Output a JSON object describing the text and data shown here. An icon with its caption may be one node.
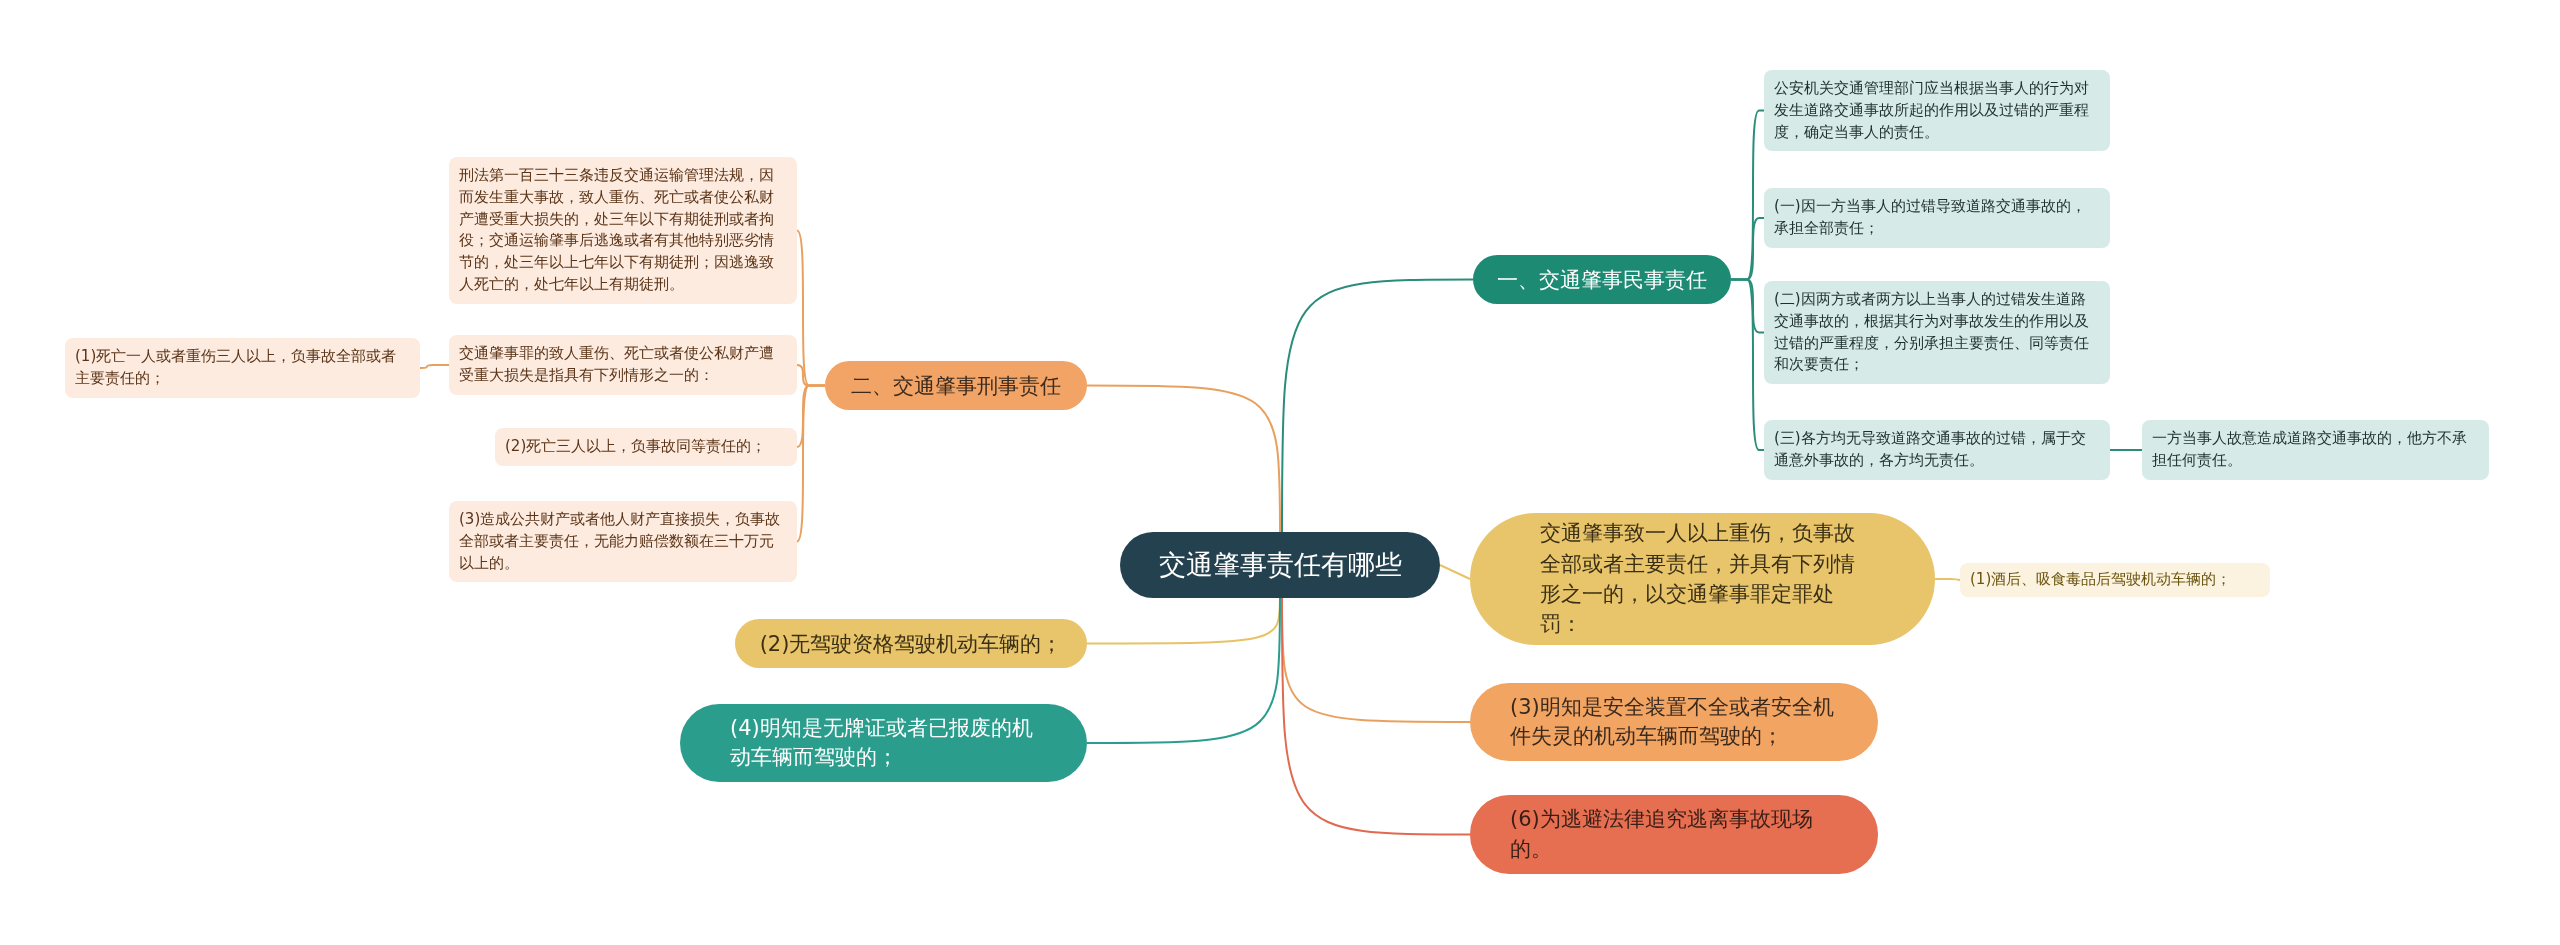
{
  "diagram": {
    "nodes": [
      {
        "text": [
          "交通肇事责任有哪些"
        ]
      },
      {
        "text": [
          "一、交通肇事民事责任"
        ]
      },
      {
        "text": [
          "公安机关交通管理部门应当根据当事人的行为对发生道路交通事故所起的作用以及过错的严重程度，确定当事人的责任。"
        ]
      },
      {
        "text": [
          "(一)因一方当事人的过错导致道路交通事故的，承担全部责任；"
        ]
      },
      {
        "text": [
          "(二)因两方或者两方以上当事人的过错发生道路交通事故的，根据其行为对事故发生的作用以及过错的严重程度，分别承担主要责任、同等责任和次要责任；"
        ]
      },
      {
        "text": [
          "(三)各方均无导致道路交通事故的过错，属于交通意外事故的，各方均无责任。"
        ]
      },
      {
        "text": [
          "一方当事人故意造成道路交通事故的，他方不承担任何责任。"
        ]
      },
      {
        "text": [
          "二、交通肇事刑事责任"
        ]
      },
      {
        "text": [
          "刑法第一百三十三条违反交通运输管理法规，因而发生重大事故，致人重伤、死亡或者使公私财产遭受重大损失的，处三年以下有期徒刑或者拘役；交通运输肇事后逃逸或者有其他特别恶劣情节的，处三年以上七年以下有期徒刑；因逃逸致人死亡的，处七年以上有期徒刑。"
        ]
      },
      {
        "text": [
          "交通肇事罪的致人重伤、死亡或者使公私财产遭受重大损失是指具有下列情形之一的："
        ]
      },
      {
        "text": [
          "(1)死亡一人或者重伤三人以上，负事故全部或者主要责任的；"
        ]
      },
      {
        "text": [
          "(2)死亡三人以上，负事故同等责任的；"
        ]
      },
      {
        "text": [
          "(3)造成公共财产或者他人财产直接损失，负事故全部或者主要责任，无能力赔偿数额在三十万元以上的。"
        ]
      },
      {
        "text": [
          "交通肇事致一人以上重伤，负事故全部或者主要责任，并具有下列情形之一的，以交通肇事罪定罪处罚："
        ]
      },
      {
        "text": [
          "(1)酒后、吸食毒品后驾驶机动车辆的；"
        ]
      },
      {
        "text": [
          "(2)无驾驶资格驾驶机动车辆的；"
        ]
      },
      {
        "text": [
          "(4)明知是无牌证或者已报废的机动车辆而驾驶的；"
        ]
      },
      {
        "text": [
          "(3)明知是安全装置不全或者安全机件失灵的机动车辆而驾驶的；"
        ]
      },
      {
        "text": [
          "(6)为逃避法律追究逃离事故现场的。"
        ]
      }
    ],
    "edges": [
      {
        "from": 0,
        "to": 1,
        "arrow": "none",
        "color": "#2a8c7a"
      },
      {
        "from": 1,
        "to": 2,
        "arrow": "none",
        "color": "#2a8c7a"
      },
      {
        "from": 1,
        "to": 3,
        "arrow": "none",
        "color": "#2a8c7a"
      },
      {
        "from": 1,
        "to": 4,
        "arrow": "none",
        "color": "#2a8c7a"
      },
      {
        "from": 1,
        "to": 5,
        "arrow": "none",
        "color": "#2a8c7a"
      },
      {
        "from": 5,
        "to": 6,
        "arrow": "none",
        "color": "#2a8c7a"
      },
      {
        "from": 0,
        "to": 7,
        "arrow": "none",
        "color": "#e9a05e"
      },
      {
        "from": 7,
        "to": 8,
        "arrow": "none",
        "color": "#e9a05e"
      },
      {
        "from": 7,
        "to": 9,
        "arrow": "none",
        "color": "#e9a05e"
      },
      {
        "from": 9,
        "to": 10,
        "arrow": "none",
        "color": "#e9a05e"
      },
      {
        "from": 7,
        "to": 11,
        "arrow": "none",
        "color": "#e9a05e"
      },
      {
        "from": 7,
        "to": 12,
        "arrow": "none",
        "color": "#e9a05e"
      },
      {
        "from": 0,
        "to": 13,
        "arrow": "none",
        "color": "#e6c367"
      },
      {
        "from": 13,
        "to": 14,
        "arrow": "none",
        "color": "#e6c367"
      },
      {
        "from": 0,
        "to": 15,
        "arrow": "none",
        "color": "#e6c367"
      },
      {
        "from": 0,
        "to": 16,
        "arrow": "none",
        "color": "#2a9d8f"
      },
      {
        "from": 0,
        "to": 17,
        "arrow": "none",
        "color": "#e9a05e"
      },
      {
        "from": 0,
        "to": 18,
        "arrow": "none",
        "color": "#e0694f"
      }
    ]
  }
}
